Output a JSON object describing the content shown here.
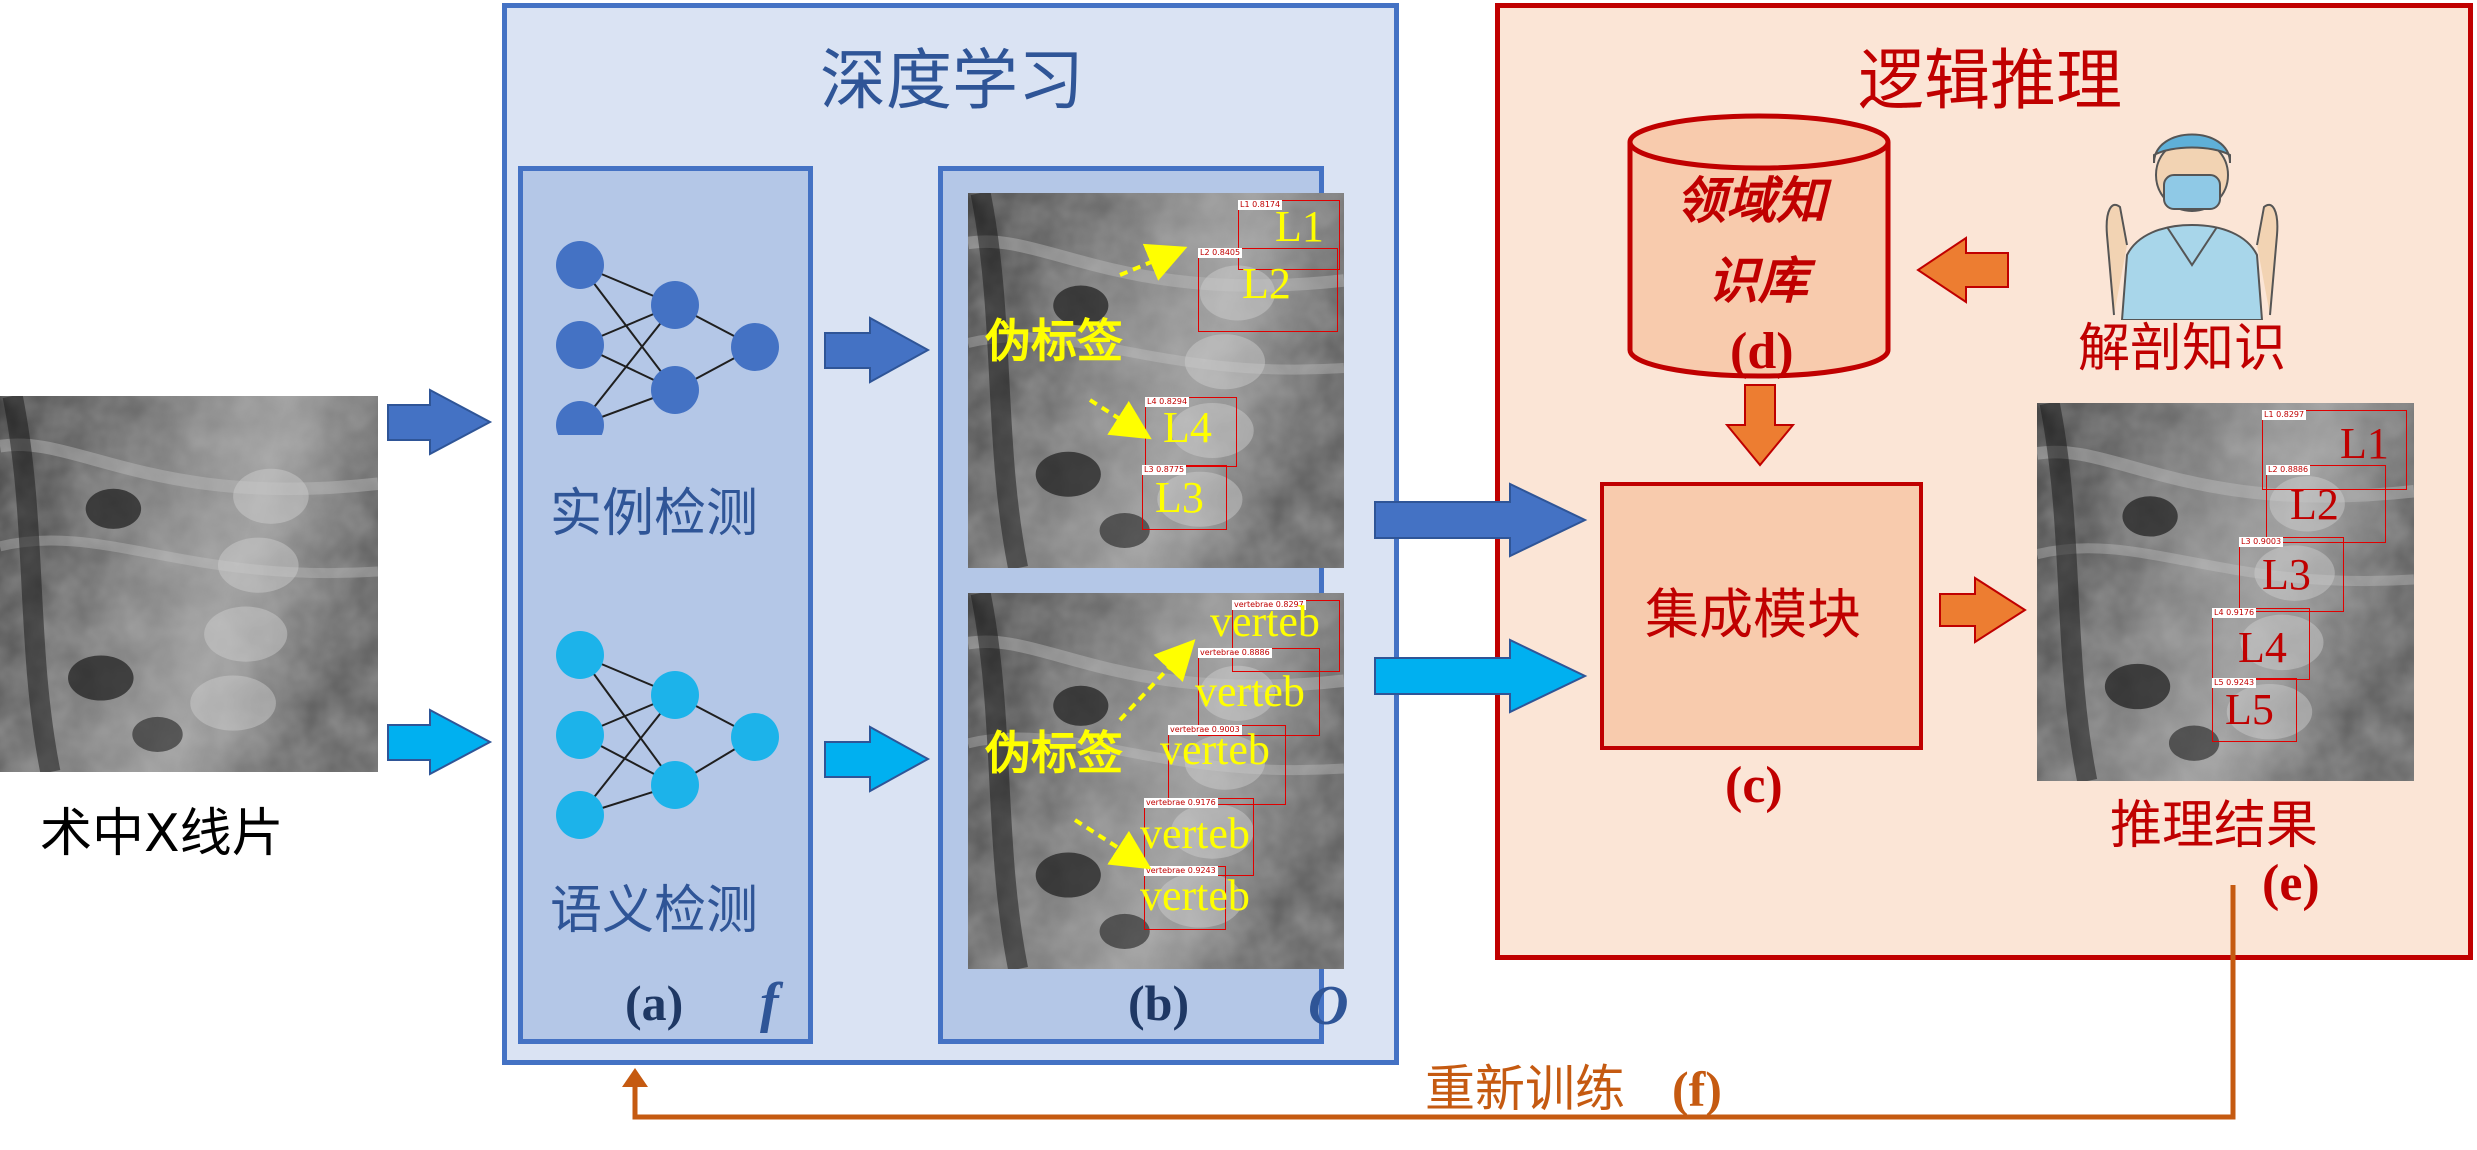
{
  "input": {
    "caption": "术中X线片"
  },
  "deep_learning": {
    "title": "深度学习",
    "module_a": {
      "instance_label": "实例检测",
      "semantic_label": "语义检测",
      "tag": "(a)",
      "func": "f"
    },
    "module_b": {
      "tag": "(b)",
      "func": "O",
      "instance_panel": {
        "pseudo_label": "伪标签",
        "boxes": [
          {
            "label": "L1",
            "conf": "L1 0.8174"
          },
          {
            "label": "L2",
            "conf": "L2 0.8405"
          },
          {
            "label": "L4",
            "conf": "L4 0.8294"
          },
          {
            "label": "L3",
            "conf": "L3 0.8775"
          }
        ]
      },
      "semantic_panel": {
        "pseudo_label": "伪标签",
        "boxes": [
          {
            "label": "verteb",
            "conf": "vertebrae 0.8297"
          },
          {
            "label": "verteb",
            "conf": "vertebrae 0.8886"
          },
          {
            "label": "verteb",
            "conf": "vertebrae 0.9003"
          },
          {
            "label": "verteb",
            "conf": "vertebrae 0.9176"
          },
          {
            "label": "verteb",
            "conf": "vertebrae 0.9243"
          }
        ]
      }
    }
  },
  "logic_reasoning": {
    "title": "逻辑推理",
    "knowledge_base": {
      "label_line1": "领域知",
      "label_line2": "识库",
      "tag": "(d)"
    },
    "anatomy_label": "解剖知识",
    "integration": {
      "label": "集成模块",
      "tag": "(c)"
    },
    "result": {
      "label": "推理结果",
      "tag": "(e)",
      "boxes": [
        {
          "label": "L1",
          "conf": "L1 0.8297"
        },
        {
          "label": "L2",
          "conf": "L2 0.8886"
        },
        {
          "label": "L3",
          "conf": "L3 0.9003"
        },
        {
          "label": "L4",
          "conf": "L4 0.9176"
        },
        {
          "label": "L5",
          "conf": "L5 0.9243"
        }
      ]
    }
  },
  "retrain": {
    "label": "重新训练",
    "tag": "(f)"
  },
  "colors": {
    "dl_outer_fill": "#dae3f3",
    "dl_border": "#4472c4",
    "dl_inner_fill": "#b4c7e7",
    "lr_outer_fill": "#fbe5d6",
    "lr_border": "#c00000",
    "lr_inner_fill": "#f8cbad",
    "arrow_dark_blue": "#4472c4",
    "arrow_light_blue": "#00b0f0",
    "arrow_orange": "#ed7d31",
    "retrain_line": "#c55a11",
    "text_blue": "#2f5597",
    "text_red": "#c00000"
  }
}
